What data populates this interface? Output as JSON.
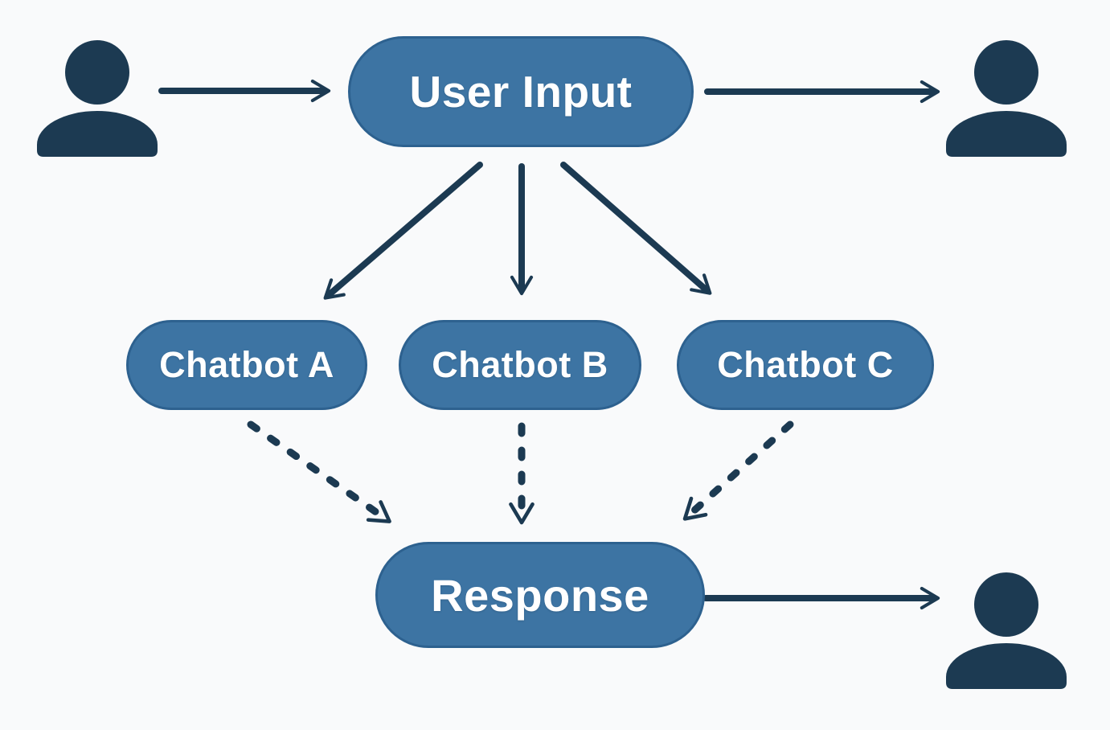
{
  "diagram": {
    "type": "flowchart",
    "colors": {
      "background": "#f9fafb",
      "node_fill": "#3d74a3",
      "node_border": "#2d618f",
      "node_text": "#ffffff",
      "line": "#1c3a52",
      "person_icon": "#1c3a52"
    },
    "nodes": [
      {
        "id": "user_input",
        "label": "User Input"
      },
      {
        "id": "chatbot_a",
        "label": "Chatbot A"
      },
      {
        "id": "chatbot_b",
        "label": "Chatbot B"
      },
      {
        "id": "chatbot_c",
        "label": "Chatbot C"
      },
      {
        "id": "response",
        "label": "Response"
      }
    ],
    "icons": [
      {
        "id": "person_top_left",
        "name": "person-icon"
      },
      {
        "id": "person_top_right",
        "name": "person-icon"
      },
      {
        "id": "person_bottom_right",
        "name": "person-icon"
      }
    ],
    "edges": [
      {
        "from": "person_top_left",
        "to": "user_input",
        "style": "solid"
      },
      {
        "from": "user_input",
        "to": "person_top_right",
        "style": "solid"
      },
      {
        "from": "user_input",
        "to": "chatbot_a",
        "style": "solid"
      },
      {
        "from": "user_input",
        "to": "chatbot_b",
        "style": "solid"
      },
      {
        "from": "user_input",
        "to": "chatbot_c",
        "style": "solid"
      },
      {
        "from": "chatbot_a",
        "to": "response",
        "style": "dashed"
      },
      {
        "from": "chatbot_b",
        "to": "response",
        "style": "dashed"
      },
      {
        "from": "chatbot_c",
        "to": "response",
        "style": "dashed"
      },
      {
        "from": "response",
        "to": "person_bottom_right",
        "style": "solid"
      }
    ]
  }
}
